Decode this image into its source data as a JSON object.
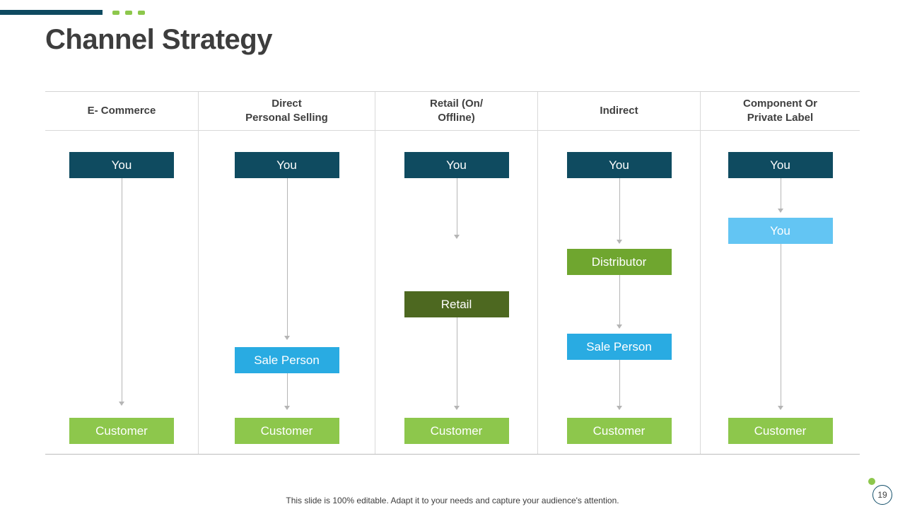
{
  "slide": {
    "title": "Channel Strategy",
    "footer": "This slide is 100% editable. Adapt it to your needs and capture your audience's attention.",
    "page_number": "19"
  },
  "colors": {
    "accent_teal": "#0f4b60",
    "accent_green": "#8dc74c",
    "distributor_green": "#6fa62f",
    "retail_olive": "#4d6820",
    "sale_person_blue": "#29abe2",
    "you_light_blue": "#63c5f3",
    "grid_line": "#d9d9d9",
    "arrow_gray": "#b5b5b5",
    "title_text": "#3d3d3d"
  },
  "columns": [
    {
      "header": "E- Commerce",
      "nodes": [
        {
          "label": "You"
        },
        {
          "label": "Customer"
        }
      ]
    },
    {
      "header": "Direct\nPersonal Selling",
      "nodes": [
        {
          "label": "You"
        },
        {
          "label": "Sale Person"
        },
        {
          "label": "Customer"
        }
      ]
    },
    {
      "header": "Retail (On/\nOffline)",
      "nodes": [
        {
          "label": "You"
        },
        {
          "label": "Retail"
        },
        {
          "label": "Customer"
        }
      ]
    },
    {
      "header": "Indirect",
      "nodes": [
        {
          "label": "You"
        },
        {
          "label": "Distributor"
        },
        {
          "label": "Sale Person"
        },
        {
          "label": "Customer"
        }
      ]
    },
    {
      "header": "Component Or\nPrivate Label",
      "nodes": [
        {
          "label": "You"
        },
        {
          "label": "You"
        },
        {
          "label": "Customer"
        }
      ]
    }
  ]
}
